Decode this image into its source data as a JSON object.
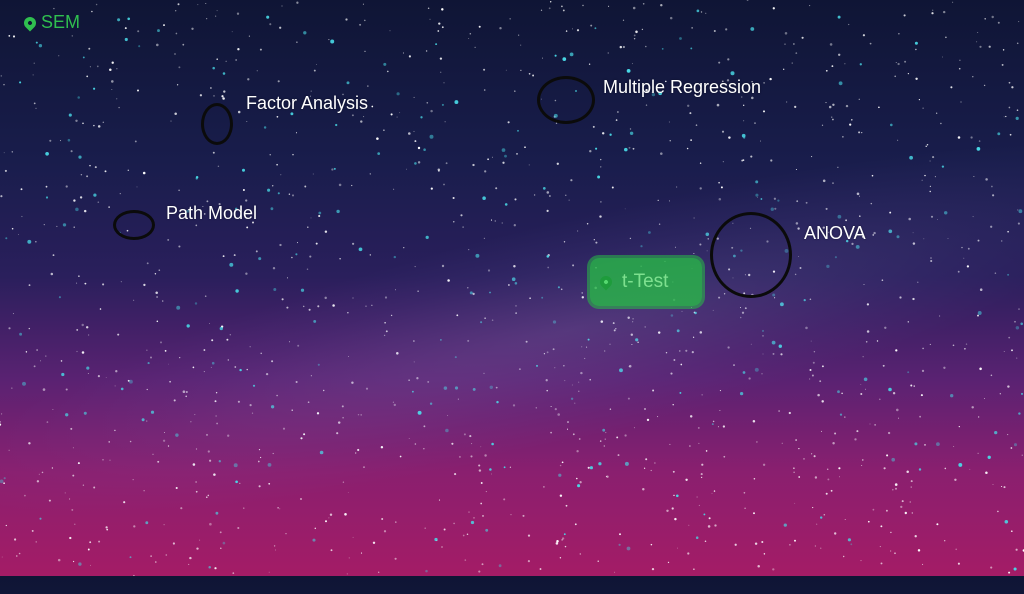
{
  "current_location": {
    "label": "SEM",
    "icon": "location-pin-icon",
    "color": "#2fbf4f"
  },
  "nodes": [
    {
      "id": "factor-analysis",
      "label": "Factor Analysis"
    },
    {
      "id": "multiple-regression",
      "label": "Multiple Regression"
    },
    {
      "id": "path-model",
      "label": "Path Model"
    },
    {
      "id": "anova",
      "label": "ANOVA"
    }
  ],
  "selected_node": {
    "label": "t-Test",
    "icon": "location-pin-icon",
    "color": "#28be46"
  },
  "colors": {
    "sky_top": "#0f1535",
    "sky_bottom": "#a41c66",
    "ring": "#0b0b0b",
    "star_cyan": "#49d9e6",
    "star_white": "#ffffff"
  }
}
